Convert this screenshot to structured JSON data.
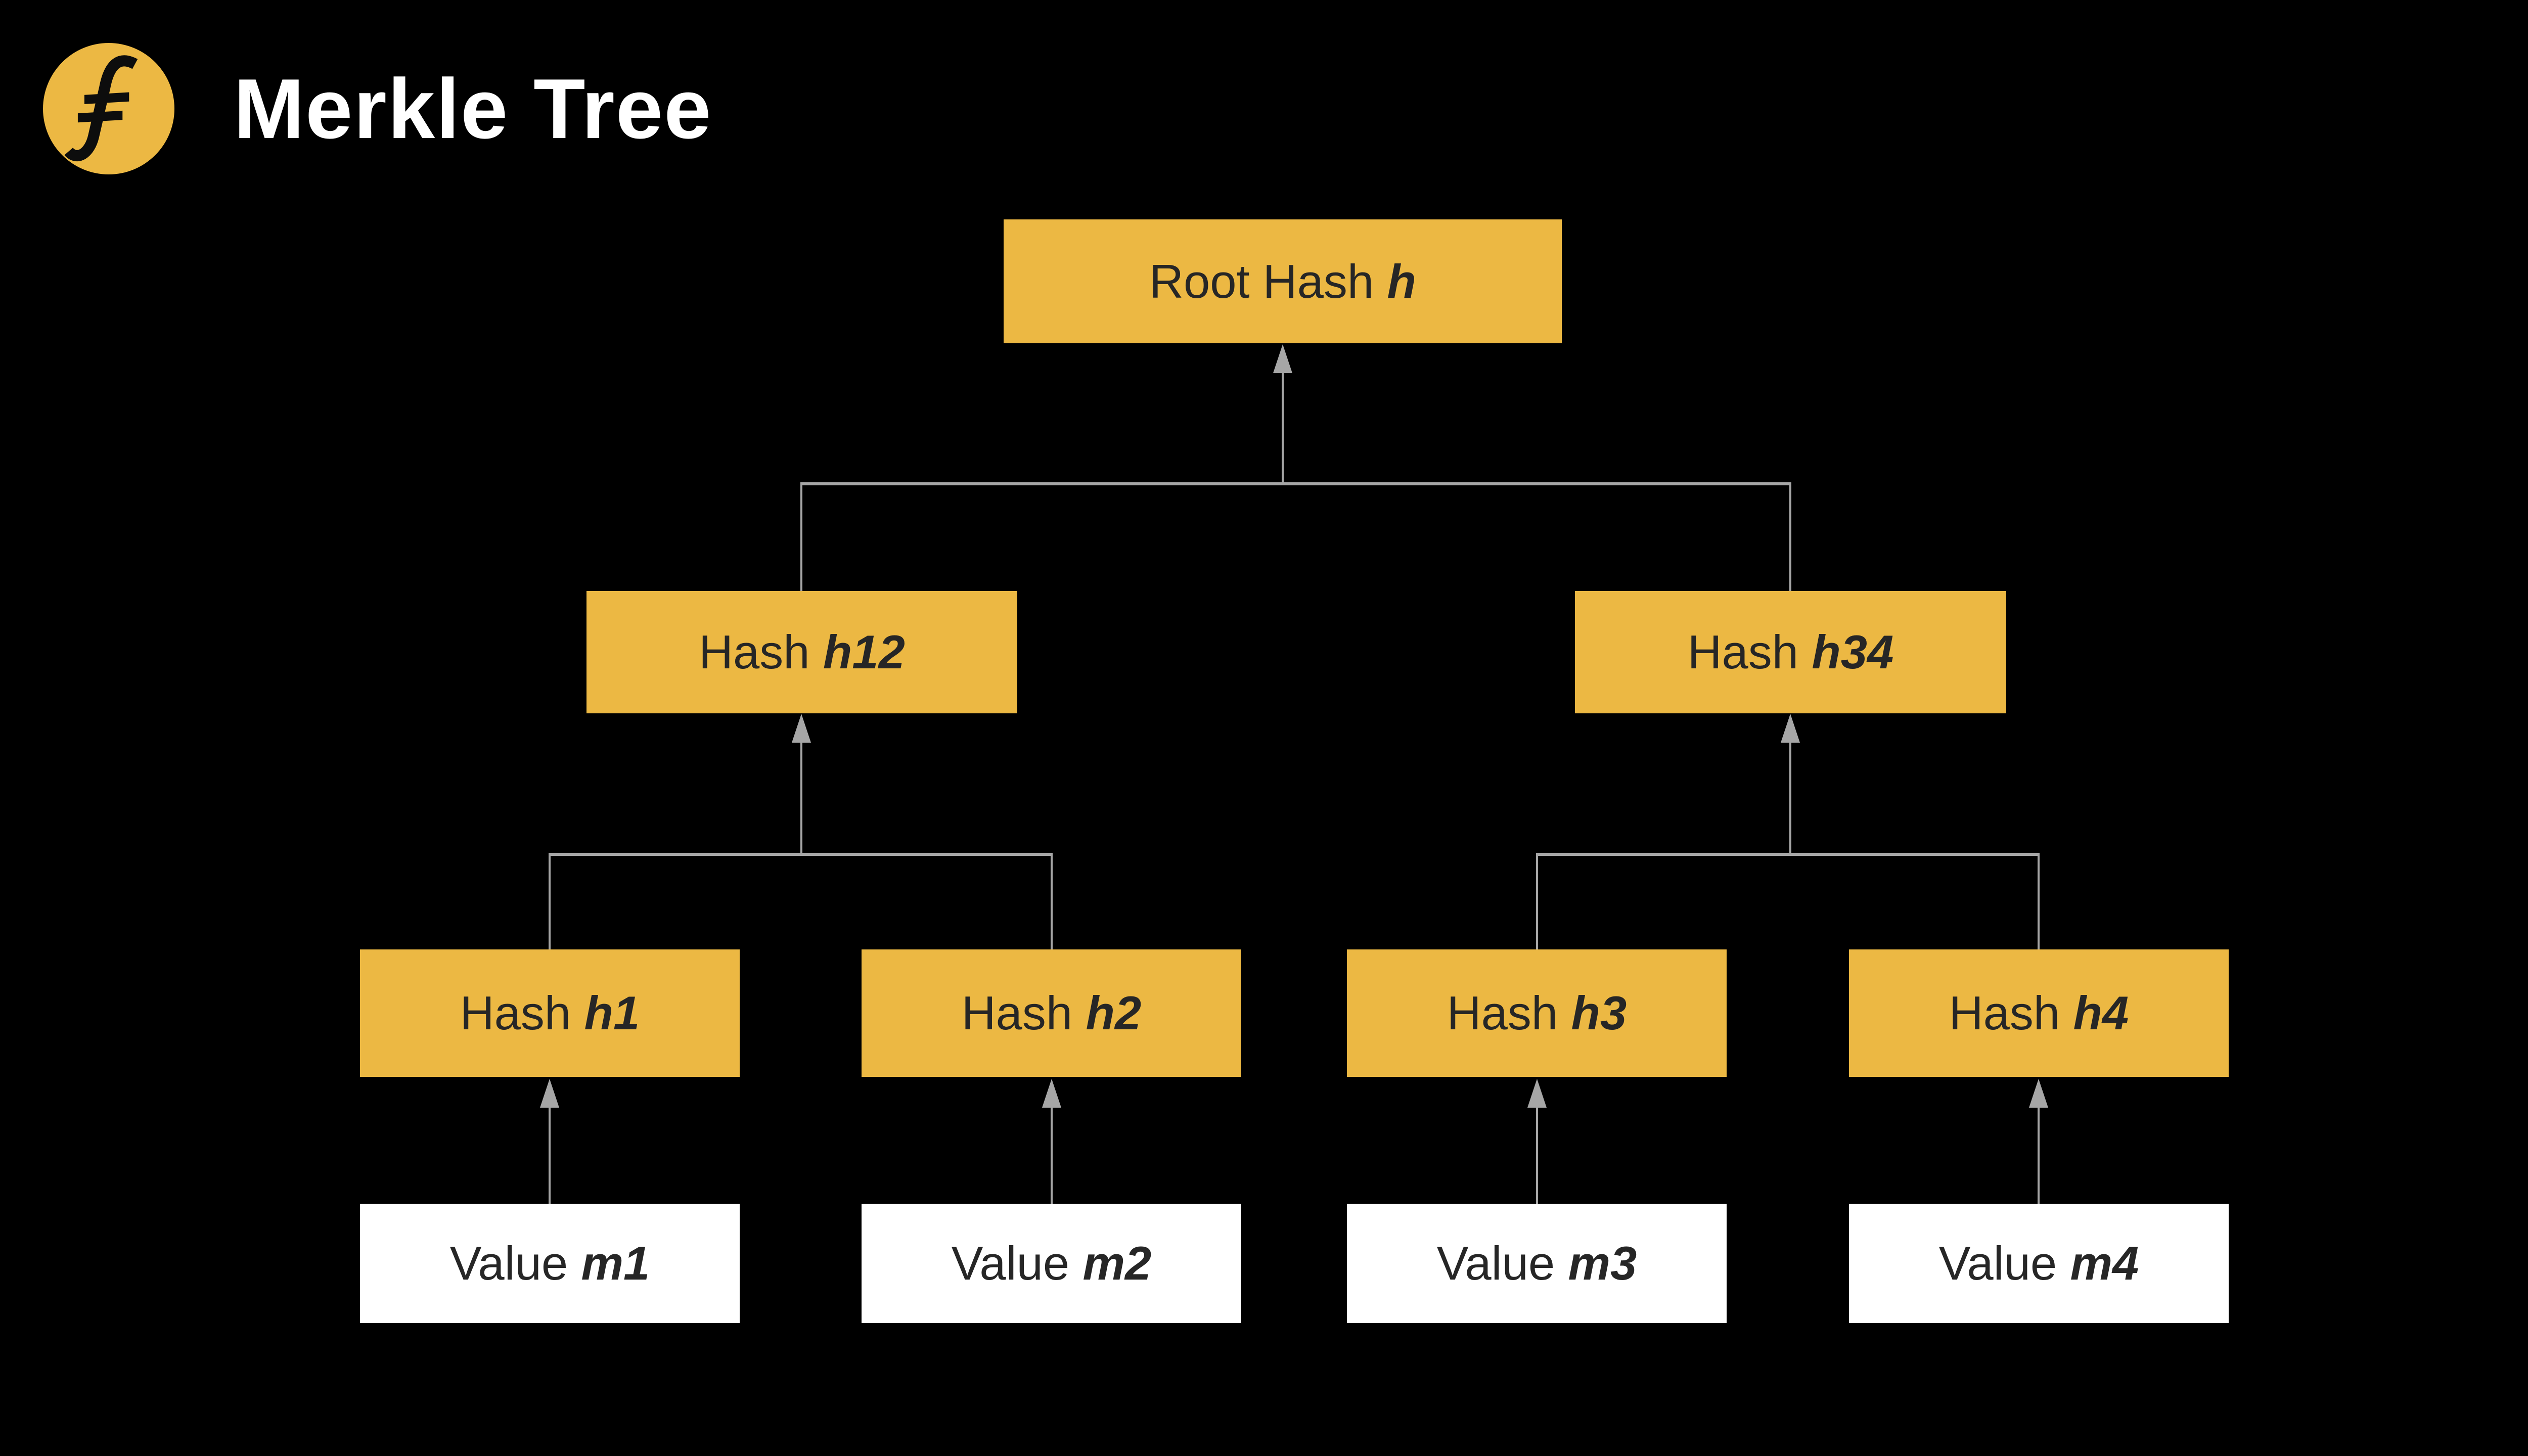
{
  "header": {
    "logo_icon": "filecoin-f-icon",
    "title": "Merkle Tree"
  },
  "colors": {
    "background": "#000000",
    "node_fill": "#ECB843",
    "value_fill": "#FFFFFF",
    "node_text": "#262626",
    "connector": "#A6A6A6",
    "title_text": "#FFFFFF"
  },
  "tree": {
    "root": {
      "prefix": "Root Hash",
      "em": "h"
    },
    "level1": [
      {
        "prefix": "Hash",
        "em": "h12"
      },
      {
        "prefix": "Hash",
        "em": "h34"
      }
    ],
    "level2": [
      {
        "prefix": "Hash",
        "em": "h1"
      },
      {
        "prefix": "Hash",
        "em": "h2"
      },
      {
        "prefix": "Hash",
        "em": "h3"
      },
      {
        "prefix": "Hash",
        "em": "h4"
      }
    ],
    "values": [
      {
        "prefix": "Value",
        "em": "m1"
      },
      {
        "prefix": "Value",
        "em": "m2"
      },
      {
        "prefix": "Value",
        "em": "m3"
      },
      {
        "prefix": "Value",
        "em": "m4"
      }
    ]
  }
}
